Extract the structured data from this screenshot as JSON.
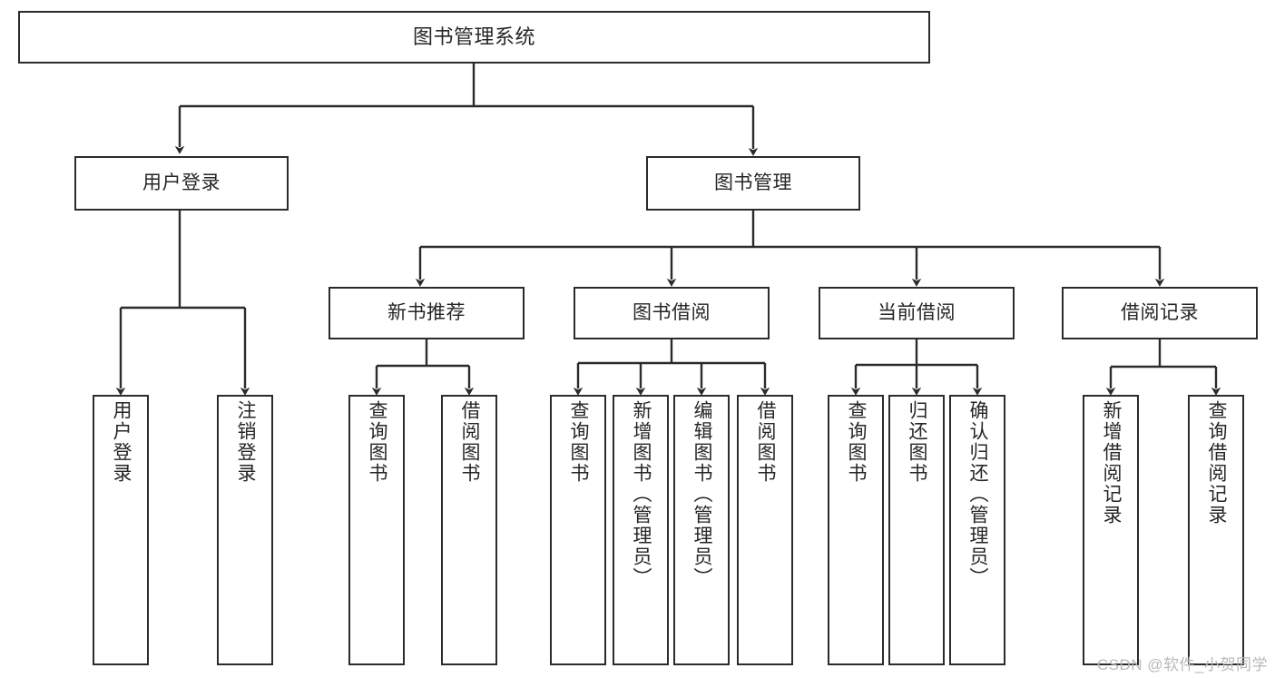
{
  "diagram": {
    "title": "图书管理系统",
    "watermark": "CSDN @软件_小贺同学",
    "colors": {
      "background": "#ffffff",
      "node_border": "#2b2b2b",
      "node_fill": "#ffffff",
      "edge": "#2b2b2b",
      "text": "#262626",
      "watermark": "#b9b9b9"
    },
    "levels": {
      "root": [
        "图书管理系统"
      ],
      "level2": [
        "用户登录",
        "图书管理"
      ],
      "level3": [
        "新书推荐",
        "图书借阅",
        "当前借阅",
        "借阅记录"
      ],
      "leaves": [
        "用户登录",
        "注销登录",
        "查询图书",
        "借阅图书",
        "查询图书",
        "新增图书（管理员）",
        "编辑图书（管理员）",
        "借阅图书",
        "查询图书",
        "归还图书",
        "确认归还（管理员）",
        "新增借阅记录",
        "查询借阅记录"
      ]
    },
    "nodes": {
      "root": {
        "label": "图书管理系统"
      },
      "user_login": {
        "label": "用户登录"
      },
      "book_manage": {
        "label": "图书管理"
      },
      "new_book_rec": {
        "label": "新书推荐"
      },
      "book_borrow": {
        "label": "图书借阅"
      },
      "current_borrow": {
        "label": "当前借阅"
      },
      "borrow_record": {
        "label": "借阅记录"
      },
      "leaf_user_login": {
        "label": "用户登录"
      },
      "leaf_logout": {
        "label": "注销登录"
      },
      "leaf_query_book_1": {
        "label": "查询图书"
      },
      "leaf_borrow_book_1": {
        "label": "借阅图书"
      },
      "leaf_query_book_2": {
        "label": "查询图书"
      },
      "leaf_add_book": {
        "label": "新增图书（管理员）"
      },
      "leaf_edit_book": {
        "label": "编辑图书（管理员）"
      },
      "leaf_borrow_book_2": {
        "label": "借阅图书"
      },
      "leaf_query_book_3": {
        "label": "查询图书"
      },
      "leaf_return_book": {
        "label": "归还图书"
      },
      "leaf_confirm_return": {
        "label": "确认归还（管理员）"
      },
      "leaf_add_record": {
        "label": "新增借阅记录"
      },
      "leaf_query_record": {
        "label": "查询借阅记录"
      }
    },
    "edges": [
      {
        "from": "root",
        "to": "user_login"
      },
      {
        "from": "root",
        "to": "book_manage"
      },
      {
        "from": "user_login",
        "to": "leaf_user_login"
      },
      {
        "from": "user_login",
        "to": "leaf_logout"
      },
      {
        "from": "book_manage",
        "to": "new_book_rec"
      },
      {
        "from": "book_manage",
        "to": "book_borrow"
      },
      {
        "from": "book_manage",
        "to": "current_borrow"
      },
      {
        "from": "book_manage",
        "to": "borrow_record"
      },
      {
        "from": "new_book_rec",
        "to": "leaf_query_book_1"
      },
      {
        "from": "new_book_rec",
        "to": "leaf_borrow_book_1"
      },
      {
        "from": "book_borrow",
        "to": "leaf_query_book_2"
      },
      {
        "from": "book_borrow",
        "to": "leaf_add_book"
      },
      {
        "from": "book_borrow",
        "to": "leaf_edit_book"
      },
      {
        "from": "book_borrow",
        "to": "leaf_borrow_book_2"
      },
      {
        "from": "current_borrow",
        "to": "leaf_query_book_3"
      },
      {
        "from": "current_borrow",
        "to": "leaf_return_book"
      },
      {
        "from": "current_borrow",
        "to": "leaf_confirm_return"
      },
      {
        "from": "borrow_record",
        "to": "leaf_add_record"
      },
      {
        "from": "borrow_record",
        "to": "leaf_query_record"
      }
    ]
  }
}
